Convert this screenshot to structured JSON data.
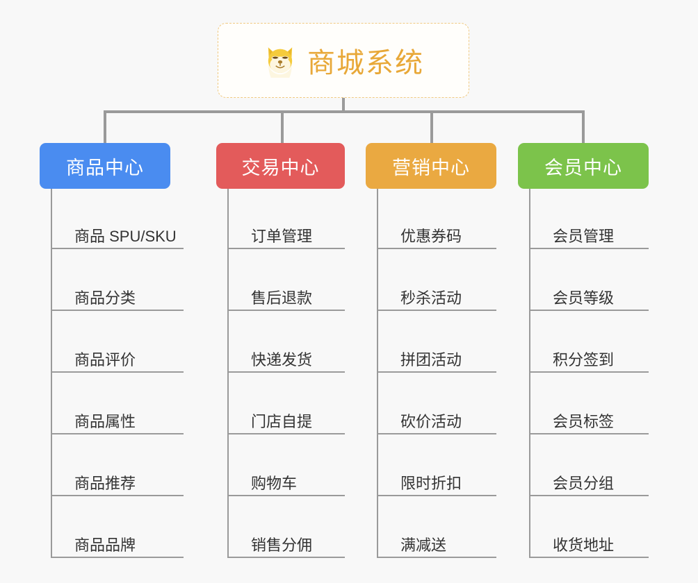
{
  "diagram": {
    "type": "mind-map",
    "background_color": "#f8f8f8",
    "root": {
      "title": "商城系统",
      "icon": "shiba-dog-face-emoji",
      "text_color": "#e8a838",
      "border_color": "#f0c980",
      "background_color": "#fffefb"
    },
    "connector_color": "#9a9a9a",
    "branches": [
      {
        "label": "商品中心",
        "color": "#4a8cf0",
        "items": [
          "商品 SPU/SKU",
          "商品分类",
          "商品评价",
          "商品属性",
          "商品推荐",
          "商品品牌"
        ]
      },
      {
        "label": "交易中心",
        "color": "#e35b5b",
        "items": [
          "订单管理",
          "售后退款",
          "快递发货",
          "门店自提",
          "购物车",
          "销售分佣"
        ]
      },
      {
        "label": "营销中心",
        "color": "#eaa941",
        "items": [
          "优惠券码",
          "秒杀活动",
          "拼团活动",
          "砍价活动",
          "限时折扣",
          "满减送"
        ]
      },
      {
        "label": "会员中心",
        "color": "#7cc34b",
        "items": [
          "会员管理",
          "会员等级",
          "积分签到",
          "会员标签",
          "会员分组",
          "收货地址"
        ]
      }
    ]
  }
}
